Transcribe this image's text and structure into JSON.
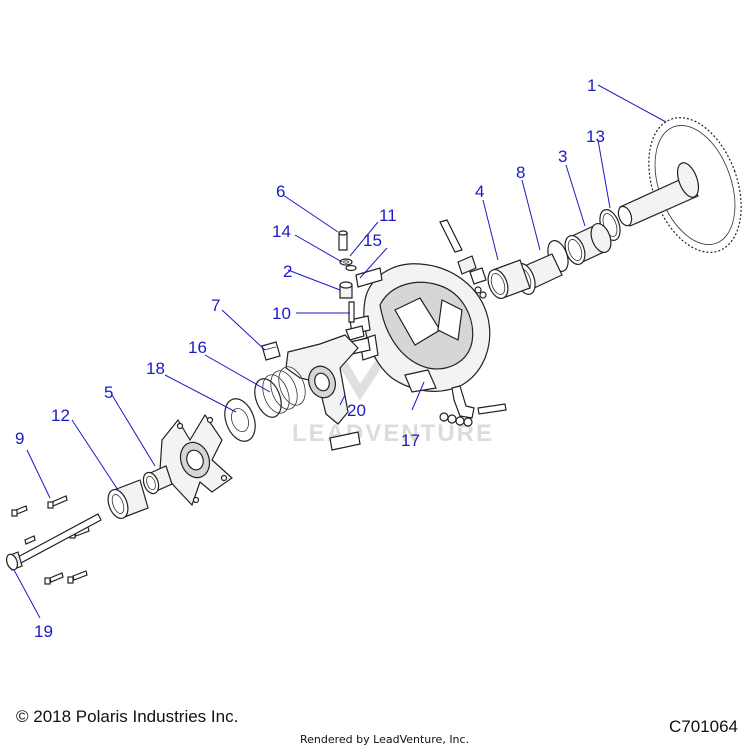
{
  "copyright": "© 2018 Polaris Industries Inc.",
  "drawing_id": "C701064",
  "rendered_by": "Rendered by LeadVenture, Inc.",
  "watermark": "LEADVENTURE",
  "label_color": "#1a1ac8",
  "callouts": {
    "n1": "1",
    "n2": "2",
    "n3": "3",
    "n4": "4",
    "n5": "5",
    "n6": "6",
    "n7": "7",
    "n8": "8",
    "n9": "9",
    "n10": "10",
    "n11": "11",
    "n12": "12",
    "n13": "13",
    "n14": "14",
    "n15": "15",
    "n16": "16",
    "n17": "17",
    "n18": "18",
    "n19": "19",
    "n20": "20"
  }
}
